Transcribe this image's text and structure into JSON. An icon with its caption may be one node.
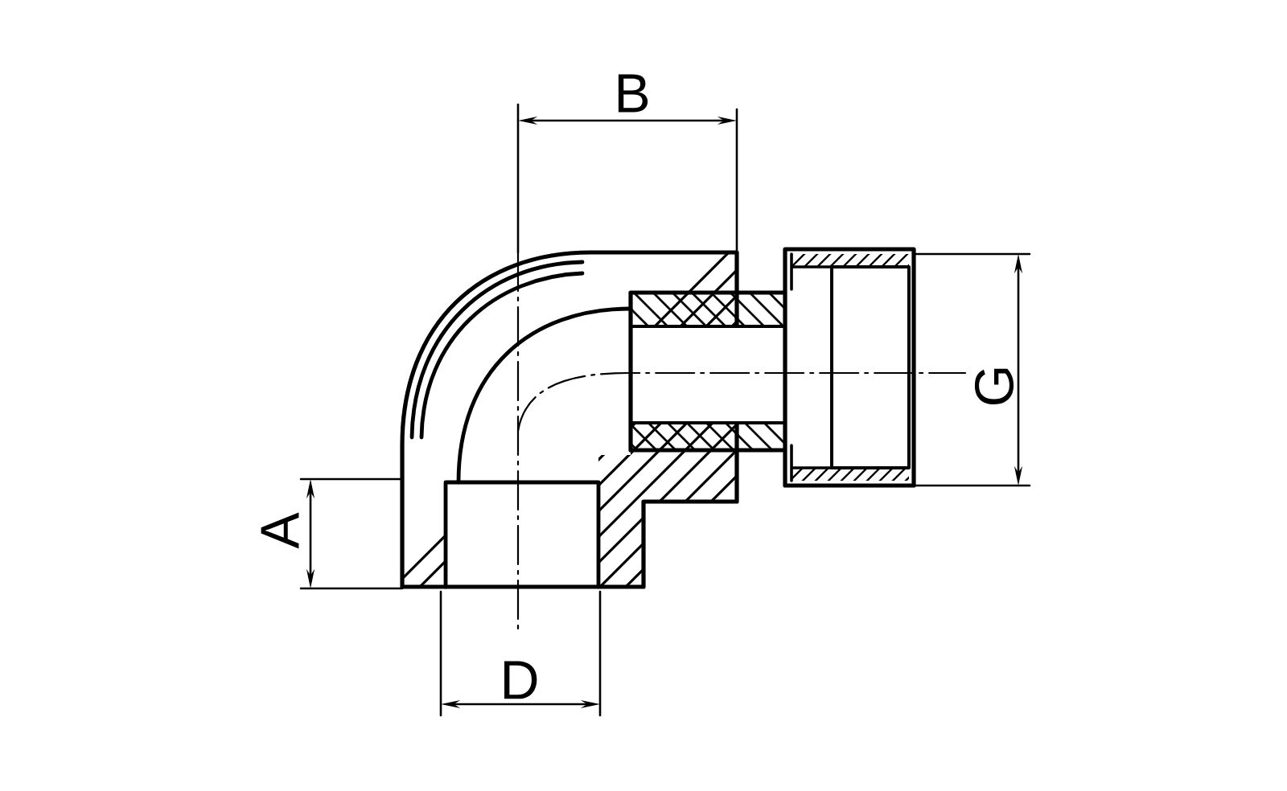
{
  "diagram": {
    "labels": [
      "B",
      "G",
      "A",
      "D"
    ]
  }
}
